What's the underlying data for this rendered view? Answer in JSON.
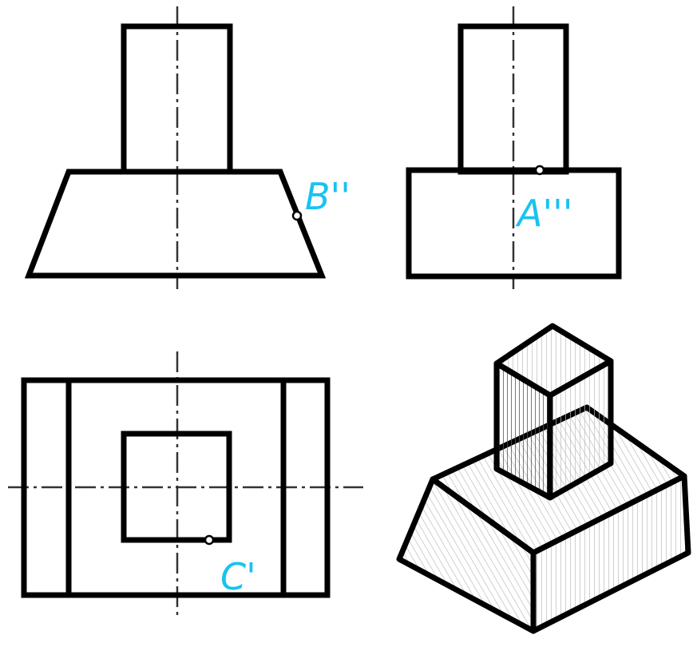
{
  "labels": {
    "b_front": "B''",
    "a_side": "A'''",
    "c_top": "C'"
  },
  "colors": {
    "line": "#000000",
    "label": "#18c3f0",
    "background": "#ffffff"
  }
}
